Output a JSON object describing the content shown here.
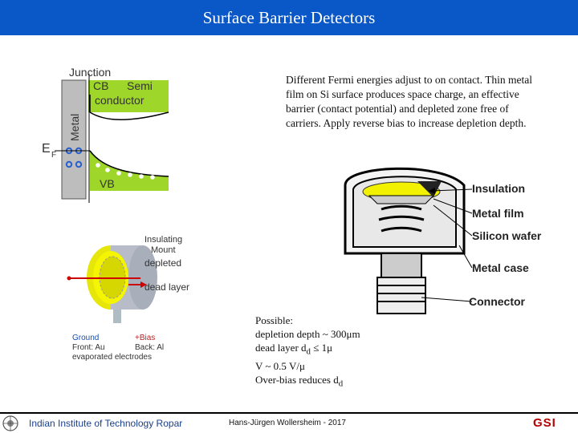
{
  "header": {
    "title": "Surface Barrier Detectors"
  },
  "description": "Different Fermi energies adjust to on contact. Thin metal film on Si surface produces space charge, an effective barrier (contact potential) and depleted zone free of carriers. Apply reverse bias to increase depletion depth.",
  "band_diagram": {
    "junction": "Junction",
    "cb": "CB",
    "semi": "Semi",
    "conductor": "conductor",
    "metal": "Metal",
    "ef_main": "E",
    "ef_sub": "F",
    "vb": "VB"
  },
  "detector_figure": {
    "insulating": "Insulating",
    "mount": "Mount",
    "depleted": "depleted",
    "dead_layer": "dead layer",
    "ground": "Ground",
    "bias": "+Bias",
    "front": "Front: Au",
    "back": "Back: Al",
    "evaporated": "evaporated electrodes"
  },
  "cross_section": {
    "insulation": "Insulation",
    "metal_film": "Metal film",
    "silicon_wafer": "Silicon wafer",
    "metal_case": "Metal case",
    "connector": "Connector"
  },
  "possible": {
    "title": "Possible:",
    "line1": "depletion depth ~ 300μm",
    "line2_prefix": "dead layer d",
    "line2_sub": "d",
    "line2_suffix": " ≤ 1μ",
    "line3": "V ~ 0.5 V/μ",
    "line4_prefix": "Over-bias reduces d",
    "line4_sub": "d"
  },
  "footer": {
    "institute": "Indian Institute of Technology Ropar",
    "author": "Hans-Jürgen Wollersheim - 2017",
    "logo_text": "GSI"
  }
}
